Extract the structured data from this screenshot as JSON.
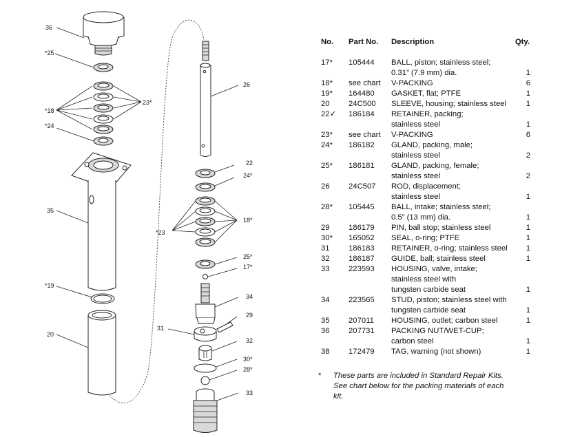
{
  "diagram": {
    "labels": [
      {
        "id": "l36",
        "text": "36"
      },
      {
        "id": "l25a",
        "text": "*25"
      },
      {
        "id": "l18a",
        "text": "*18"
      },
      {
        "id": "l23a",
        "text": "23*"
      },
      {
        "id": "l24a",
        "text": "*24"
      },
      {
        "id": "l35",
        "text": "35"
      },
      {
        "id": "l19",
        "text": "*19"
      },
      {
        "id": "l20",
        "text": "20"
      },
      {
        "id": "l26",
        "text": "26"
      },
      {
        "id": "l22",
        "text": "22"
      },
      {
        "id": "l24b",
        "text": "24*"
      },
      {
        "id": "l18b",
        "text": "18*"
      },
      {
        "id": "l23b",
        "text": "*23"
      },
      {
        "id": "l25b",
        "text": "25*"
      },
      {
        "id": "l17",
        "text": "17*"
      },
      {
        "id": "l34",
        "text": "34"
      },
      {
        "id": "l29",
        "text": "29"
      },
      {
        "id": "l31",
        "text": "31"
      },
      {
        "id": "l32",
        "text": "32"
      },
      {
        "id": "l30",
        "text": "30*"
      },
      {
        "id": "l28",
        "text": "28*"
      },
      {
        "id": "l33",
        "text": "33"
      }
    ]
  },
  "table": {
    "headers": {
      "no": "No.",
      "part_no": "Part No.",
      "description": "Description",
      "qty": "Qty."
    },
    "rows": [
      {
        "no": "17*",
        "part_no": "105444",
        "desc": [
          "BALL, piston; stainless steel;",
          "0.31” (7.9 mm) dia."
        ],
        "qty": "1"
      },
      {
        "no": "18*",
        "part_no": "see chart",
        "desc": [
          "V-PACKING"
        ],
        "qty": "6"
      },
      {
        "no": "19*",
        "part_no": "164480",
        "desc": [
          "GASKET, flat; PTFE"
        ],
        "qty": "1"
      },
      {
        "no": "20",
        "part_no": "24C500",
        "desc": [
          "SLEEVE, housing; stainless steel"
        ],
        "qty": "1"
      },
      {
        "no": "22✓",
        "part_no": "186184",
        "desc": [
          "RETAINER, packing;",
          "stainless steel"
        ],
        "qty": "1"
      },
      {
        "no": "23*",
        "part_no": "see chart",
        "desc": [
          "V-PACKING"
        ],
        "qty": "6"
      },
      {
        "no": "24*",
        "part_no": "186182",
        "desc": [
          "GLAND, packing, male;",
          "stainless steel"
        ],
        "qty": "2"
      },
      {
        "no": "25*",
        "part_no": "186181",
        "desc": [
          "GLAND, packing, female;",
          "stainless steel"
        ],
        "qty": "2"
      },
      {
        "no": "26",
        "part_no": "24C507",
        "desc": [
          "ROD, displacement;",
          "stainless steel"
        ],
        "qty": "1"
      },
      {
        "no": "28*",
        "part_no": "105445",
        "desc": [
          "BALL, intake; stainless steel;",
          "0.5” (13 mm) dia."
        ],
        "qty": "1"
      },
      {
        "no": "29",
        "part_no": "186179",
        "desc": [
          "PIN, ball stop; stainless steel"
        ],
        "qty": "1"
      },
      {
        "no": "30*",
        "part_no": "165052",
        "desc": [
          "SEAL, o-ring; PTFE"
        ],
        "qty": "1"
      },
      {
        "no": "31",
        "part_no": "186183",
        "desc": [
          "RETAINER, o-ring; stainless steel"
        ],
        "qty": "1"
      },
      {
        "no": "32",
        "part_no": "186187",
        "desc": [
          "GUIDE, ball; stainless steel"
        ],
        "qty": "1"
      },
      {
        "no": "33",
        "part_no": "223593",
        "desc": [
          "HOUSING, valve, intake;",
          "stainless steel with",
          "tungsten carbide seat"
        ],
        "qty": "1"
      },
      {
        "no": "34",
        "part_no": "223565",
        "desc": [
          "STUD, piston; stainless steel with",
          "tungsten carbide seat"
        ],
        "qty": "1"
      },
      {
        "no": "35",
        "part_no": "207011",
        "desc": [
          "HOUSING, outlet; carbon steel"
        ],
        "qty": "1"
      },
      {
        "no": "36",
        "part_no": "207731",
        "desc": [
          "PACKING NUT/WET-CUP;",
          "carbon steel"
        ],
        "qty": "1"
      },
      {
        "no": "38",
        "part_no": "172479",
        "desc": [
          "TAG, warning (not shown)"
        ],
        "qty": "1"
      }
    ]
  },
  "footnote": {
    "star": "*",
    "lines": [
      "These parts are included in Standard Repair Kits.",
      "See chart below for the packing materials of each",
      "kit."
    ]
  }
}
